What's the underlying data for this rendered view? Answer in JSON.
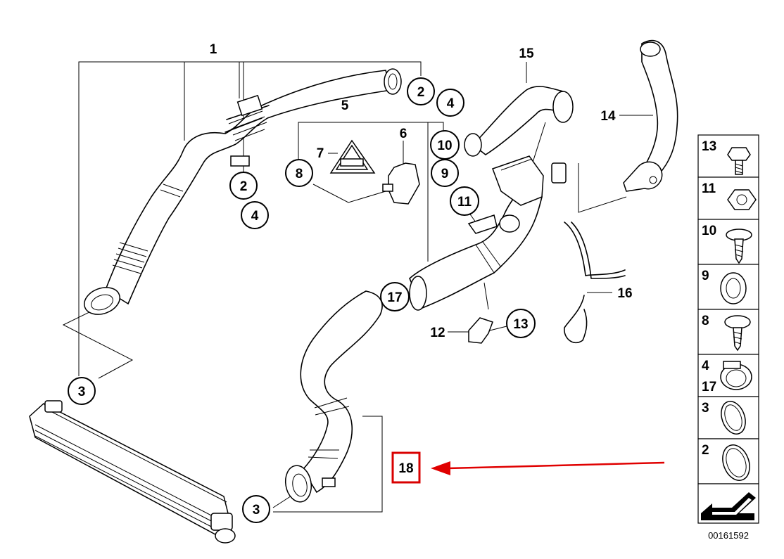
{
  "callouts": {
    "c1": "1",
    "c2a": "2",
    "c4a": "4",
    "c2b": "2",
    "c4b": "4",
    "c5": "5",
    "c6": "6",
    "c7": "7",
    "c8": "8",
    "c9": "9",
    "c10": "10",
    "c11": "11",
    "c12": "12",
    "c13": "13",
    "c14": "14",
    "c15": "15",
    "c16": "16",
    "c17": "17",
    "c3a": "3",
    "c3b": "3",
    "c18": "18"
  },
  "legend": {
    "items": [
      "13",
      "11",
      "10",
      "9",
      "8",
      "4",
      "17",
      "3",
      "2"
    ]
  },
  "document_number": "00161592",
  "colors": {
    "highlight": "#d90000",
    "arrow": "#e00000",
    "lines": "#000000"
  }
}
